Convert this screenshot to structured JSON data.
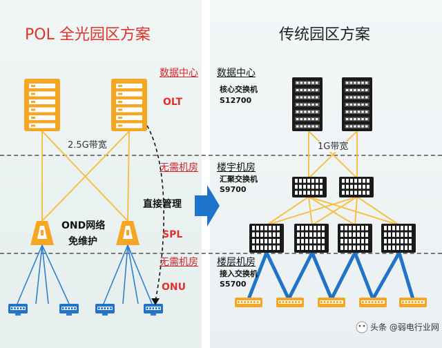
{
  "left_title": "POL 全光园区方案",
  "right_title": "传统园区方案",
  "zones": {
    "datacenter_left": "数据中心",
    "datacenter_right": "数据中心",
    "no_room_1": "无需机房",
    "building_room": "楼宇机房",
    "no_room_2": "无需机房",
    "floor_room": "楼层机房"
  },
  "labels": {
    "olt": "OLT",
    "spl": "SPL",
    "onu": "ONU",
    "ond_line1": "OND网络",
    "ond_line2": "免维护",
    "direct_manage": "直接管理",
    "pol_bandwidth": "2.5G带宽",
    "trad_bandwidth": "1G带宽"
  },
  "devices": {
    "core_line1": "核心交换机",
    "core_line2": "S12700",
    "agg_line1": "汇聚交换机",
    "agg_line2": "S9700",
    "access_line1": "接入交换机",
    "access_line2": "S5700"
  },
  "watermark": "头条 @弱电行业网",
  "colors": {
    "orange": "#f5a623",
    "blue": "#1f73c8",
    "red": "#e0312a",
    "dark_server": "#1a1a1a",
    "arrow_blue": "#1f73c8"
  }
}
